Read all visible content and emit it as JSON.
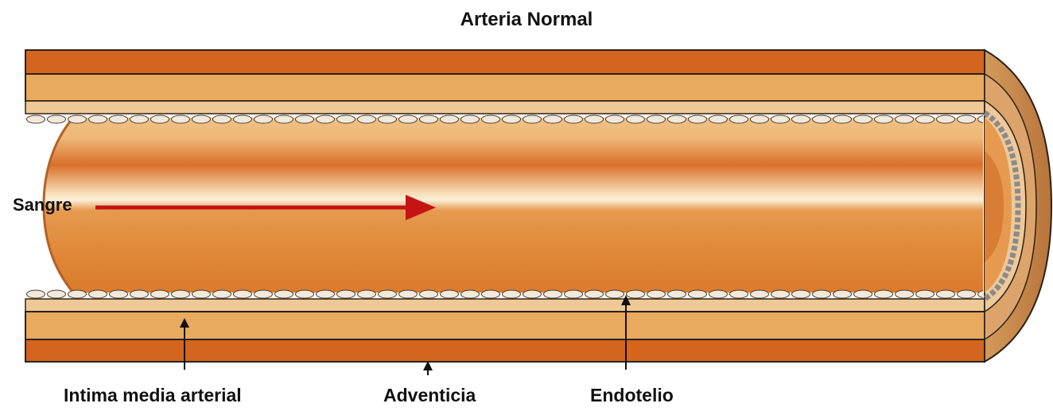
{
  "title": "Arteria Normal",
  "labels": {
    "blood": "Sangre",
    "intima": "Intima media arterial",
    "adventitia": "Adventicia",
    "endothelium": "Endotelio"
  },
  "colors": {
    "outer_layer": "#d4651e",
    "middle_layer": "#e8aa5e",
    "lumen": "#e0893a",
    "lumen_highlight": "#fbe7c6",
    "endothelium_cells": "#f1e9dc",
    "arrow": "#c41414",
    "outline": "#2b2116",
    "end_cap_outer": "#c07a3e",
    "end_cap_inner": "#dca46a"
  }
}
